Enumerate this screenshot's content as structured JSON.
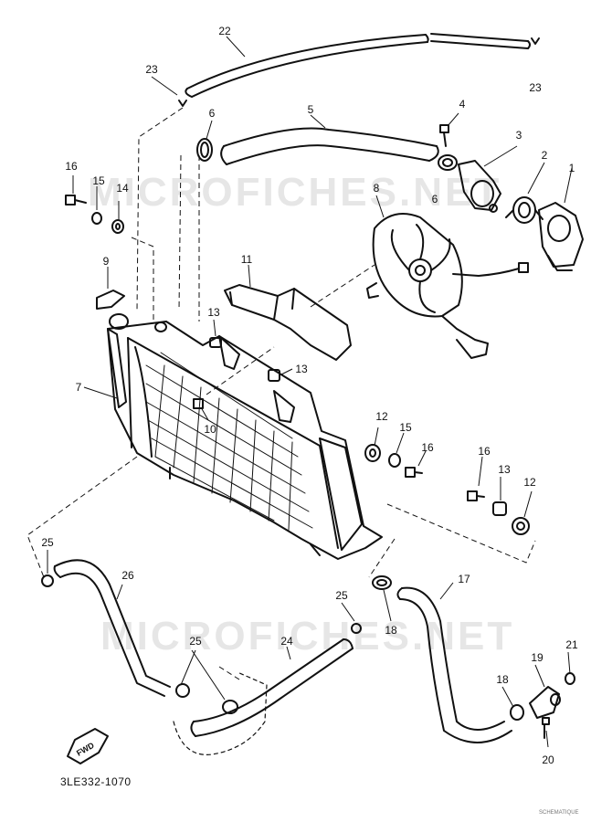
{
  "watermark_text": "MICROFICHES.NET",
  "drawing_code": "3LE332-1070",
  "fwd_label": "FWD",
  "corner_mark": "SCHEMATIQUE",
  "callouts": [
    "1",
    "2",
    "3",
    "4",
    "5",
    "6",
    "6",
    "7",
    "8",
    "9",
    "10",
    "11",
    "12",
    "12",
    "13",
    "13",
    "13",
    "14",
    "15",
    "15",
    "16",
    "16",
    "16",
    "17",
    "18",
    "18",
    "19",
    "20",
    "21",
    "22",
    "23",
    "23",
    "24",
    "25",
    "25",
    "25",
    "26"
  ]
}
